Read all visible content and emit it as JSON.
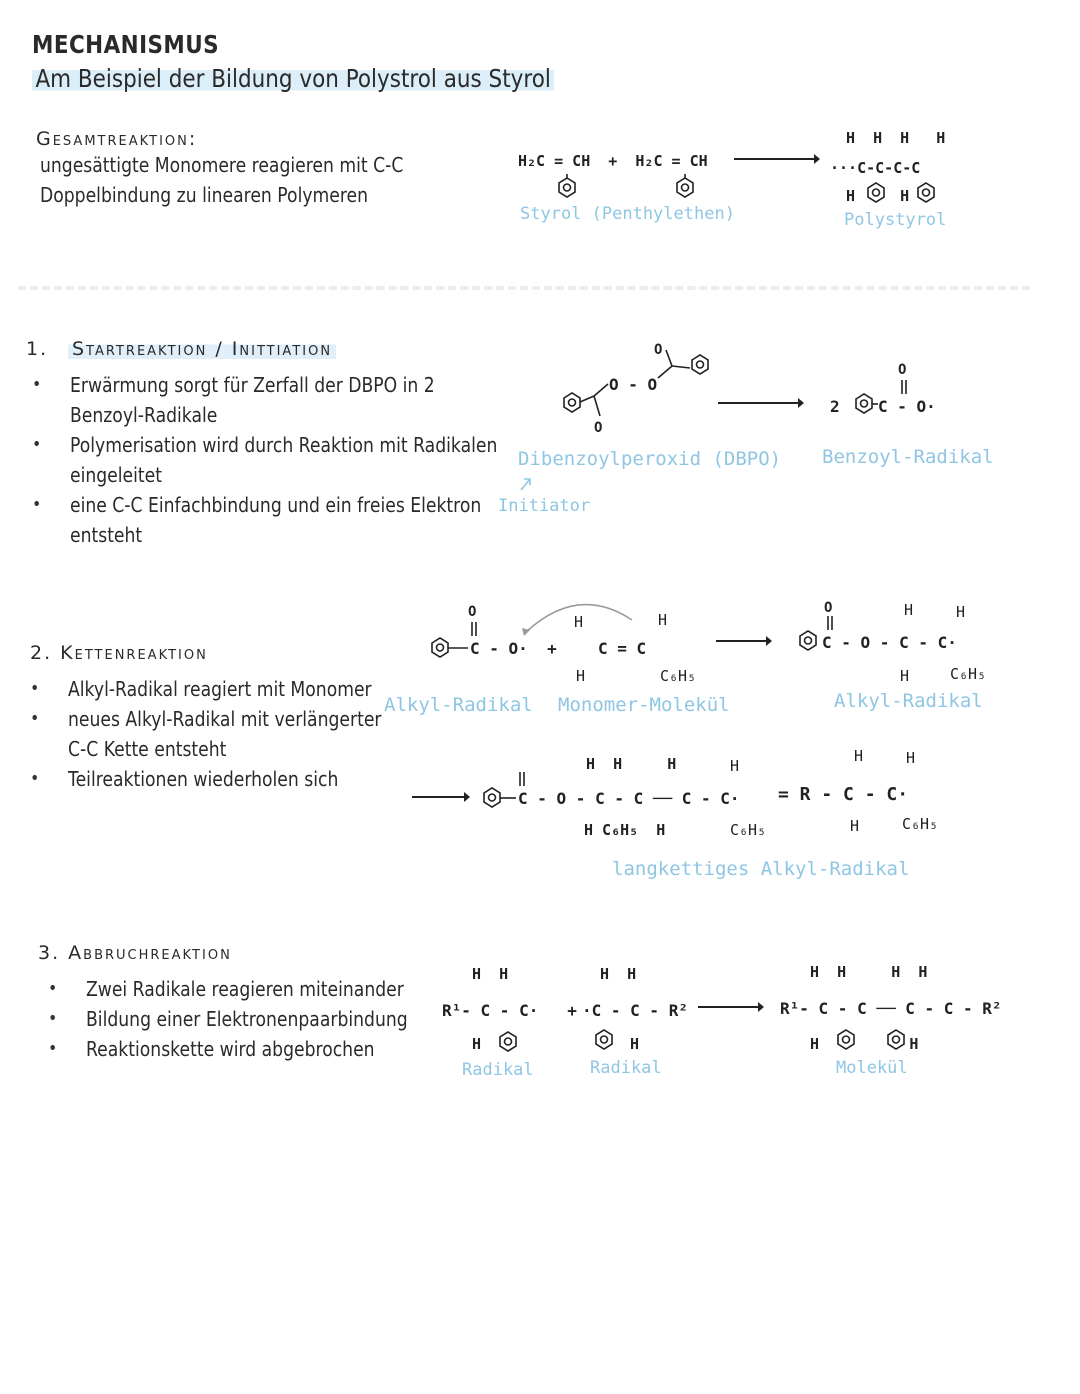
{
  "header": {
    "title": "MECHANISMUS",
    "subtitle": "Am Beispiel der Bildung von Polystrol aus Styrol"
  },
  "overall": {
    "heading": "Gesamtreaktion:",
    "lines": [
      "ungesättigte Monomere reagieren mit C-C",
      "Doppelbindung zu linearen Polymeren"
    ],
    "reactant_text": "H₂C = CH  +  H₂C = CH",
    "reactant_label": "Styrol (Penthylethen)",
    "product_h_row": "H  H  H   H",
    "product_chain": "···C-C-C-C",
    "product_b_row": "H     H",
    "product_label": "Polystyrol"
  },
  "start": {
    "number": "1.",
    "heading": "Startreaktion / Inittiation",
    "bullets": [
      "Erwärmung sorgt für Zerfall der DBPO in 2",
      "Benzoyl-Radikale",
      "Polymerisation wird durch Reaktion mit Radikalen",
      "eingeleitet",
      "eine C-C Einfachbindung und ein freies Elektron",
      "entsteht"
    ],
    "dbpo_chain": "O - O",
    "dbpo_label": "Dibenzoylperoxid (DBPO)",
    "initiator_label": "Initiator",
    "product_text": "2",
    "product_chain": "C - O·",
    "product_label": "Benzoyl-Radikal"
  },
  "chain": {
    "heading": "2. Kettenreaktion",
    "bullets": [
      "Alkyl-Radikal reagiert mit Monomer",
      "neues Alkyl-Radikal mit verlängerter",
      "C-C Kette entsteht",
      "Teilreaktionen wiederholen sich"
    ],
    "radical_chain": "C - O·  +",
    "monomer_chain": "C = C",
    "c6h5": "C₆H₅",
    "h": "H",
    "product_chain": "C - O - C - C·",
    "label_alkyl": "Alkyl-Radikal",
    "label_monomer": "Monomer-Molekül",
    "label_alkyl2": "Alkyl-Radikal",
    "long_h_row": "H  H     H",
    "long_chain": "C - O - C - C ── C - C·",
    "long_b_row": "H C₆H₅  H",
    "equals_chain": "= R - C - C·",
    "label_long": "langkettiges Alkyl-Radikal"
  },
  "termination": {
    "heading": "3. Abbruchreaktion",
    "bullets": [
      "Zwei Radikale reagieren miteinander",
      "Bildung einer Elektronenpaarbindung",
      "Reaktionskette wird abgebrochen"
    ],
    "r1_h_row": "H  H",
    "r1_chain": "R¹- C - C·   +",
    "r1_b_row": "H",
    "r2_h_row": "H  H",
    "r2_chain": "·C - C - R²",
    "r2_b_row": "H",
    "p_h_row": "H  H     H  H",
    "p_chain": "R¹- C - C ── C - C - R²",
    "p_b_row": "H          H",
    "label_radical1": "Radikal",
    "label_radical2": "Radikal",
    "label_molecule": "Molekül"
  },
  "colors": {
    "label": "#8ec6e4",
    "highlight": "#dceef8",
    "ink": "#2a2a2a"
  }
}
